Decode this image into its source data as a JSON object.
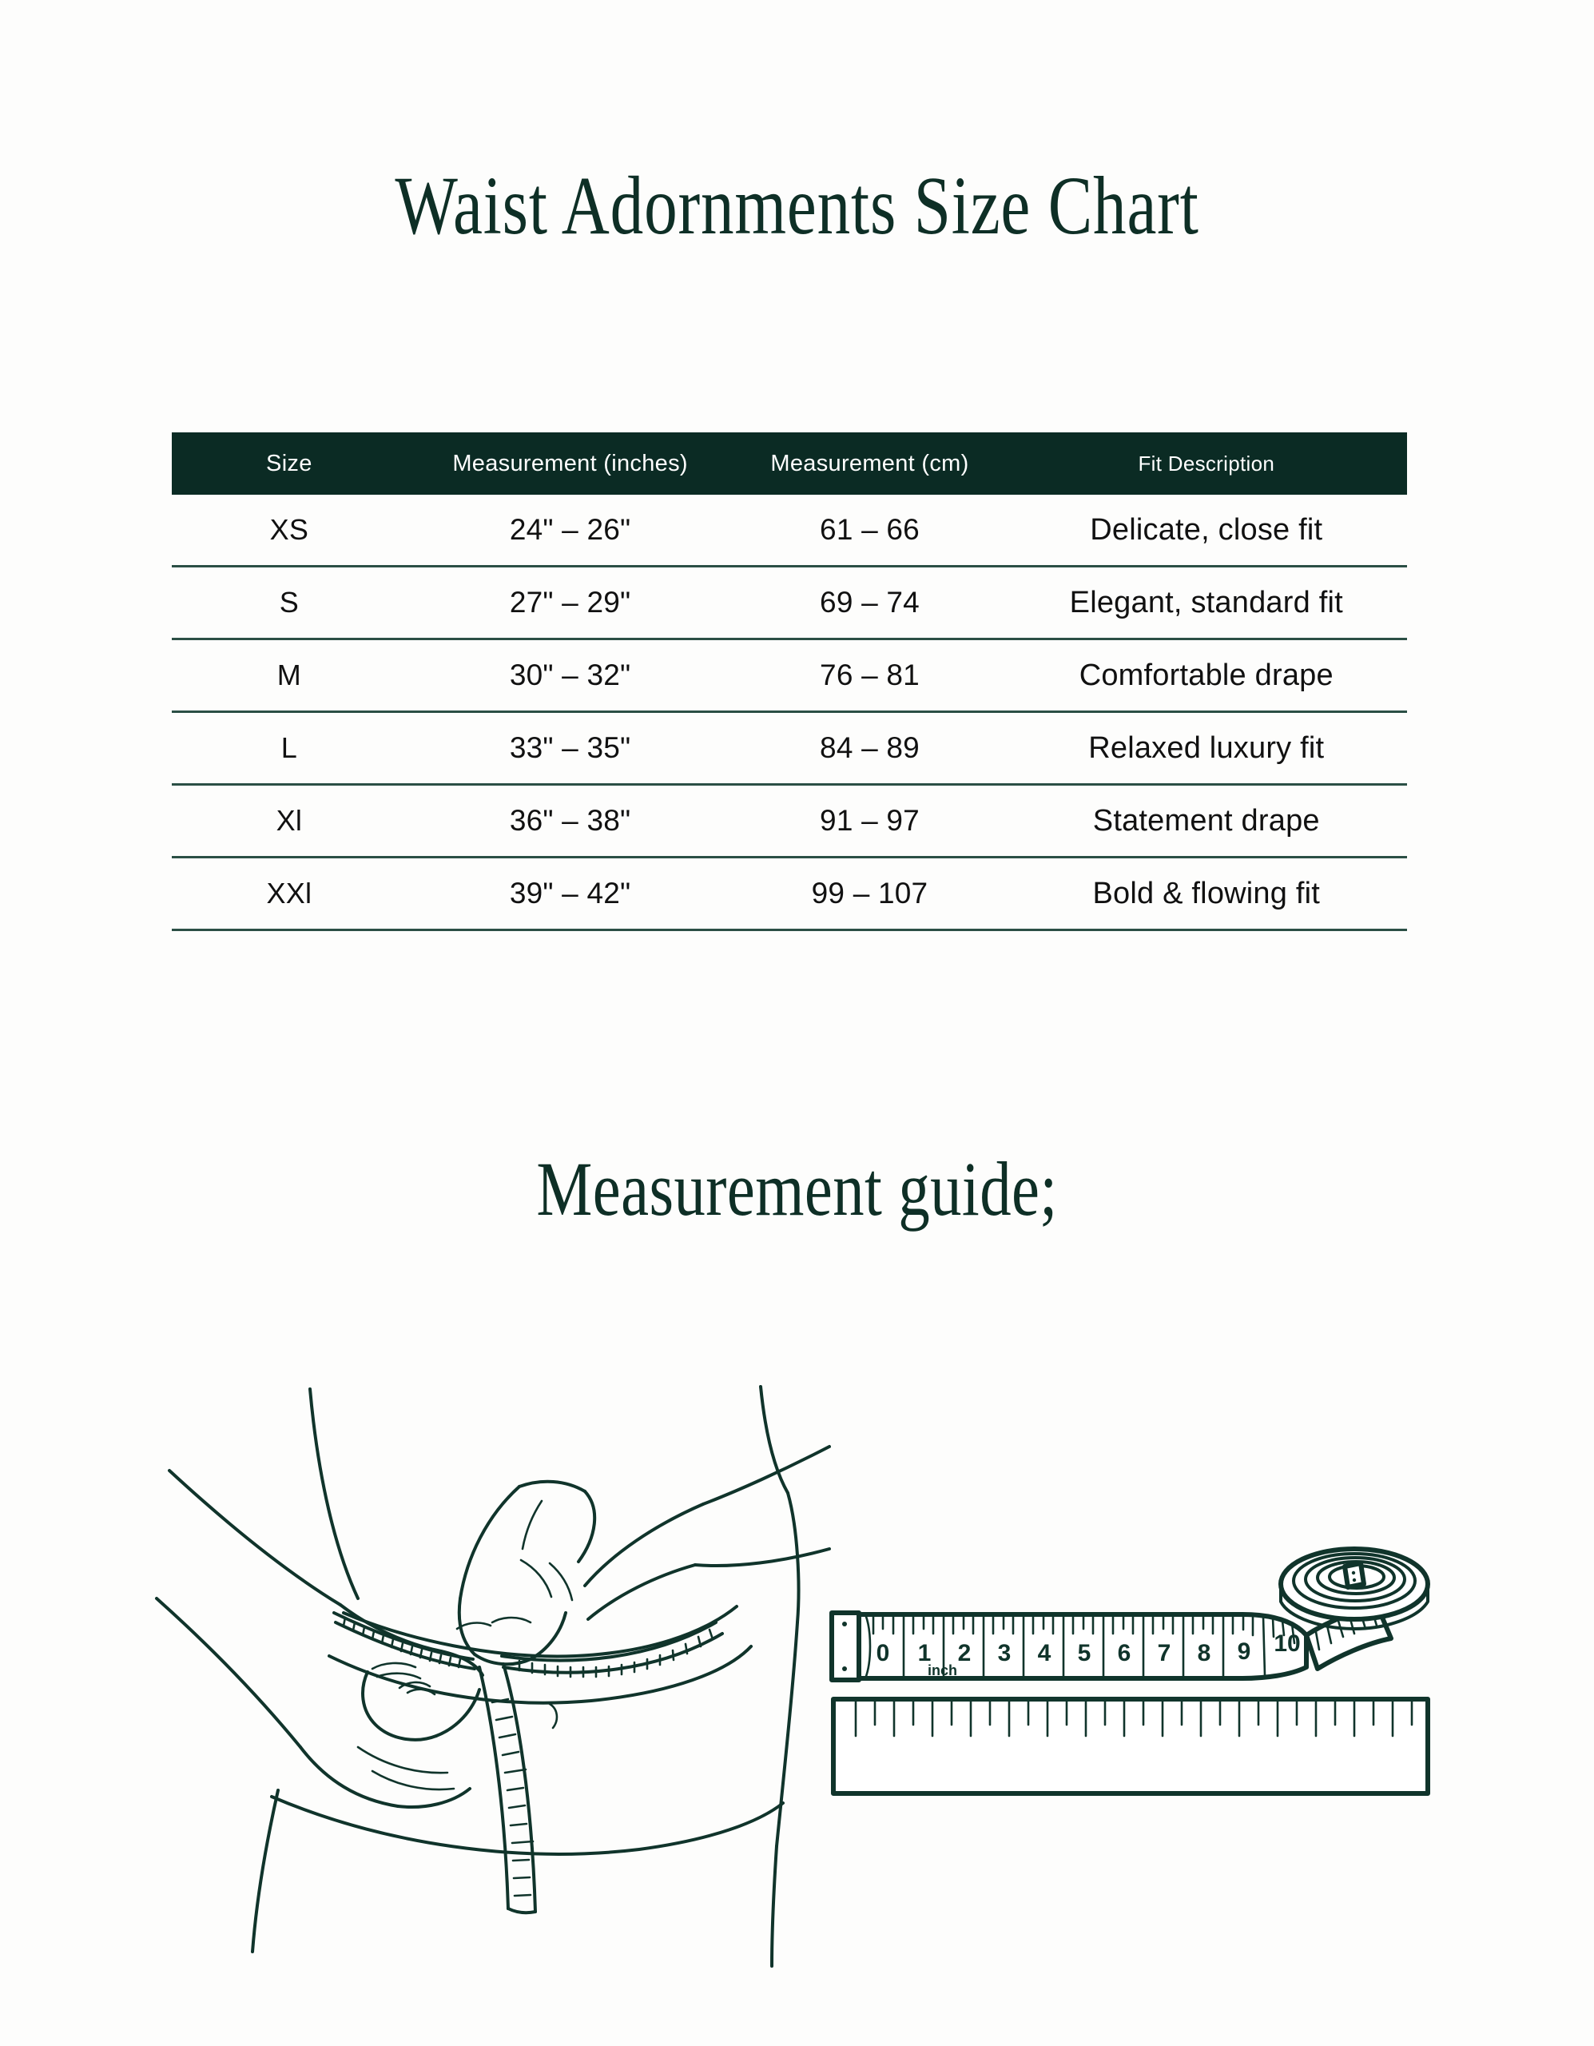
{
  "document": {
    "title": "Waist Adornments Size Chart",
    "accent_color": "#0b2b24",
    "text_color": "#111111",
    "background_color": "#fdfdfc"
  },
  "table": {
    "headers": {
      "size": "Size",
      "inches": "Measurement (inches)",
      "cm": "Measurement (cm)",
      "fit": "Fit Description"
    },
    "rows": [
      {
        "size": "XS",
        "inches": "24\" – 26\"",
        "cm": "61 – 66",
        "fit": "Delicate, close fit"
      },
      {
        "size": "S",
        "inches": "27\" – 29\"",
        "cm": "69 – 74",
        "fit": "Elegant, standard fit"
      },
      {
        "size": "M",
        "inches": "30\" – 32\"",
        "cm": "76 – 81",
        "fit": "Comfortable drape"
      },
      {
        "size": "L",
        "inches": "33\" – 35\"",
        "cm": "84 – 89",
        "fit": "Relaxed luxury fit"
      },
      {
        "size": "Xl",
        "inches": "36\" – 38\"",
        "cm": "91 – 97",
        "fit": "Statement drape"
      },
      {
        "size": "XXl",
        "inches": "39\" – 42\"",
        "cm": "99 – 107",
        "fit": "Bold & flowing fit"
      }
    ]
  },
  "guide": {
    "title": "Measurement guide;",
    "waist_illustration_name": "hands-measuring-waist-with-tape",
    "tape_illustration_name": "tape-measure-and-ruler",
    "tape_unit_label": "inch",
    "tape_numbers": [
      "0",
      "1",
      "2",
      "3",
      "4",
      "5",
      "6",
      "7",
      "8",
      "9",
      "10"
    ]
  }
}
